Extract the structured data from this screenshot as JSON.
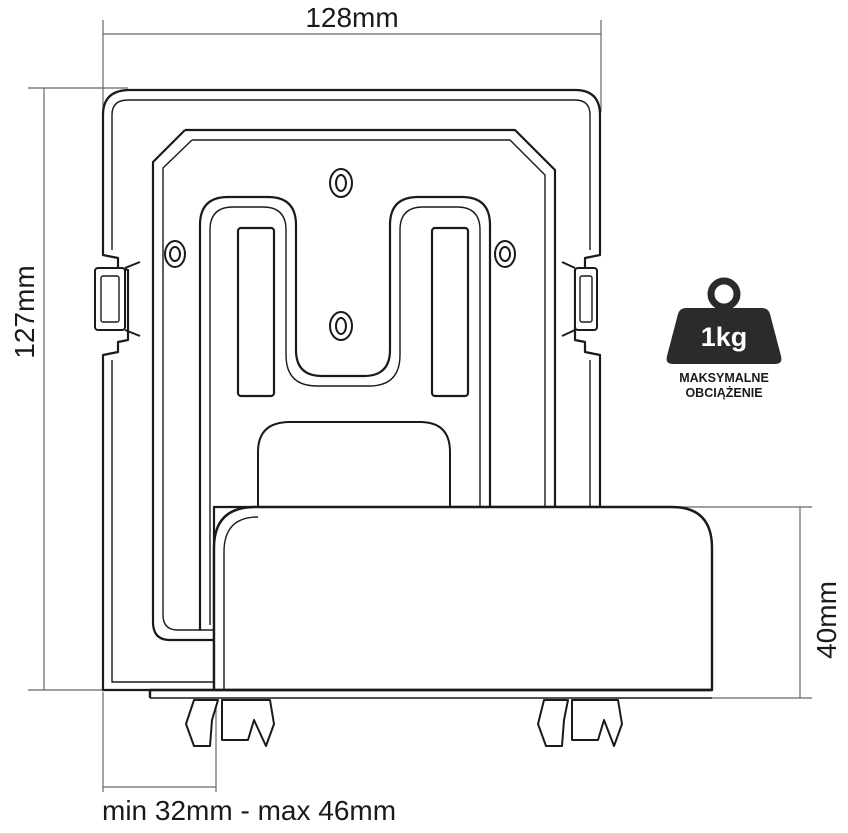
{
  "dimensions": {
    "width": "128mm",
    "height": "127mm",
    "depth": "40mm",
    "range": "min 32mm - max 46mm"
  },
  "weight_badge": {
    "value": "1kg",
    "caption_line1": "MAKSYMALNE",
    "caption_line2": "OBCIĄŻENIE"
  },
  "colors": {
    "line": "#1a1a1a",
    "dim_line": "#555555",
    "badge_fill": "#2b2b2b"
  }
}
